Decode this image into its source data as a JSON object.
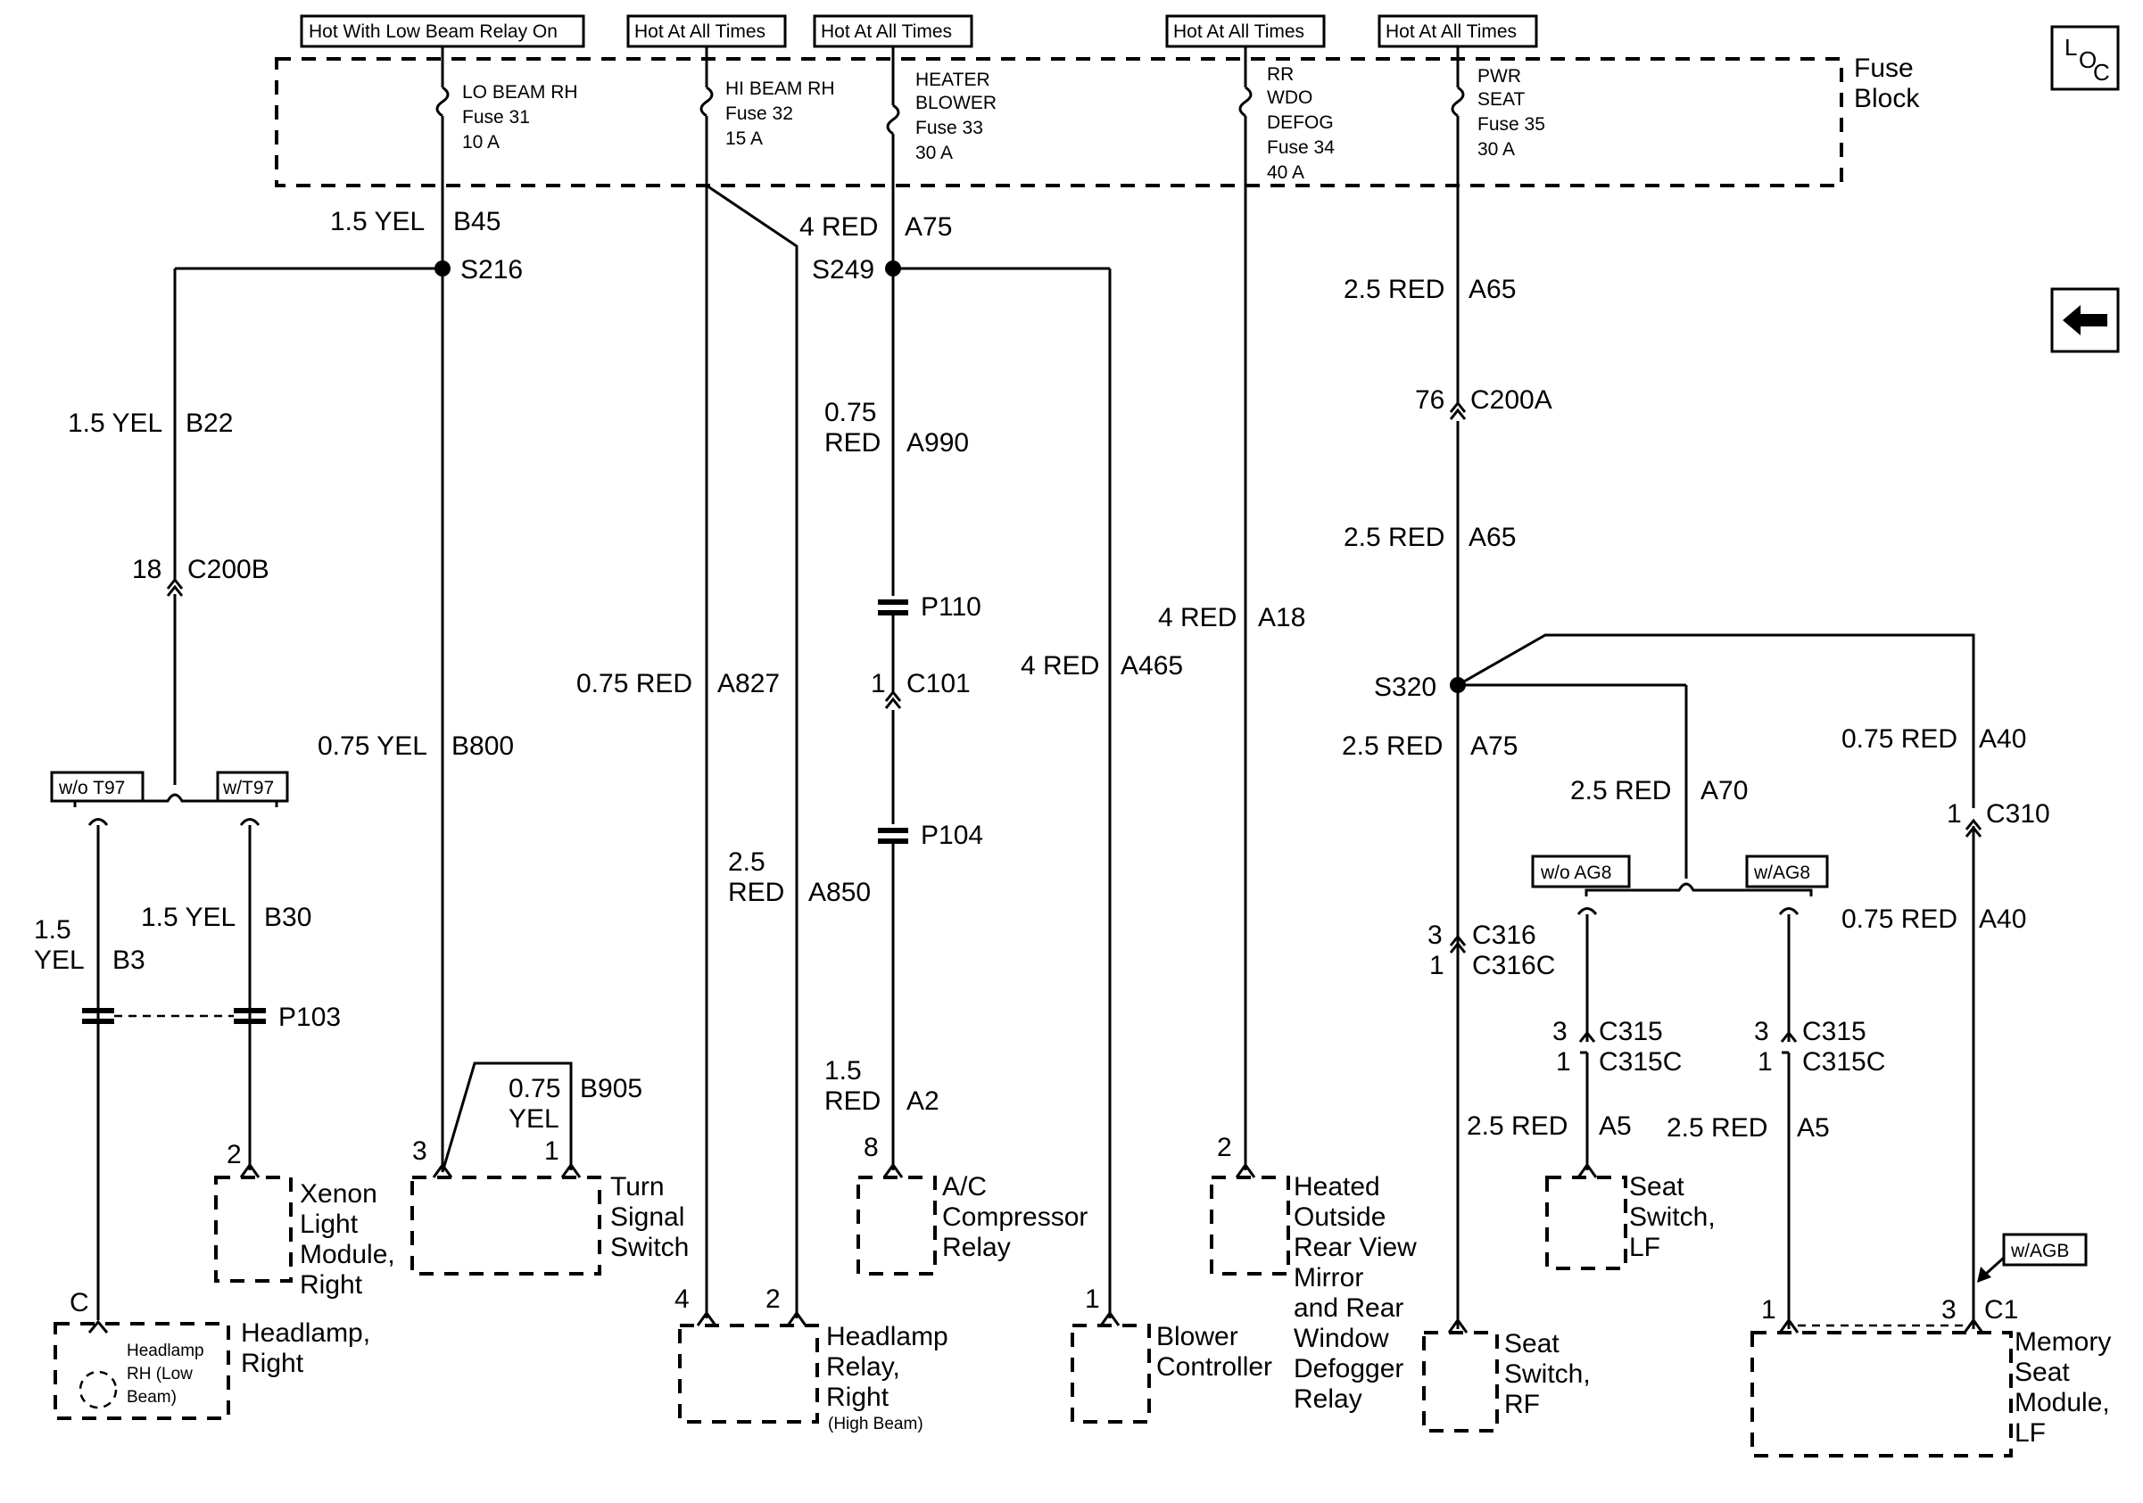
{
  "hot_labels": {
    "lo": "Hot With Low Beam Relay On",
    "hi": "Hot At All Times",
    "heater": "Hot At All Times",
    "rr": "Hot At All Times",
    "pwr": "Hot At All Times"
  },
  "fuse_block": {
    "line1": "Fuse",
    "line2": "Block"
  },
  "fuses": {
    "f31": [
      "LO BEAM RH",
      "Fuse 31",
      "10 A"
    ],
    "f32": [
      "HI BEAM RH",
      "Fuse 32",
      "15 A"
    ],
    "f33": [
      "HEATER",
      "BLOWER",
      "Fuse 33",
      "30 A"
    ],
    "f34": [
      "RR",
      "WDO",
      "DEFOG",
      "Fuse 34",
      "40 A"
    ],
    "f35": [
      "PWR",
      "SEAT",
      "Fuse 35",
      "30 A"
    ]
  },
  "nav": {
    "loc_l": "L",
    "loc_o": "O",
    "loc_c": "C",
    "back_icon": "arrow-left-icon"
  },
  "wires": {
    "b45": [
      "1.5 YEL",
      "B45"
    ],
    "b22": [
      "1.5 YEL",
      "B22"
    ],
    "b800": [
      "0.75 YEL",
      "B800"
    ],
    "b30": [
      "1.5 YEL",
      "B30"
    ],
    "b3": [
      "1.5",
      "YEL",
      "B3"
    ],
    "b905": [
      "0.75",
      "YEL",
      "B905"
    ],
    "a827": [
      "0.75 RED",
      "A827"
    ],
    "a850": [
      "2.5",
      "RED",
      "A850"
    ],
    "a75_top": [
      "4 RED",
      "A75"
    ],
    "a990": [
      "0.75",
      "RED",
      "A990"
    ],
    "a2": [
      "1.5",
      "RED",
      "A2"
    ],
    "a465": [
      "4 RED",
      "A465"
    ],
    "a18": [
      "4 RED",
      "A18"
    ],
    "a65_1": [
      "2.5 RED",
      "A65"
    ],
    "a65_2": [
      "2.5 RED",
      "A65"
    ],
    "a75": [
      "2.5 RED",
      "A75"
    ],
    "a70": [
      "2.5 RED",
      "A70"
    ],
    "a40_1": [
      "0.75 RED",
      "A40"
    ],
    "a40_2": [
      "0.75 RED",
      "A40"
    ],
    "a5_1": [
      "2.5 RED",
      "A5"
    ],
    "a5_2": [
      "2.5 RED",
      "A5"
    ]
  },
  "splices": {
    "s216": "S216",
    "s249": "S249",
    "s320": "S320"
  },
  "connectors": {
    "c200b": [
      "18",
      "C200B"
    ],
    "c200a": [
      "76",
      "C200A"
    ],
    "c101": [
      "1",
      "C101"
    ],
    "c316": [
      "3",
      "C316",
      "1",
      "C316C"
    ],
    "c315_l": [
      "3",
      "C315",
      "1",
      "C315C"
    ],
    "c315_r": [
      "3",
      "C315",
      "1",
      "C315C"
    ],
    "c310": [
      "1",
      "C310"
    ],
    "c1": [
      "3",
      "C1"
    ],
    "p110": "P110",
    "p104": "P104",
    "p103": "P103"
  },
  "options": {
    "wo_t97": "w/o T97",
    "w_t97": "w/T97",
    "wo_ag8": "w/o AG8",
    "w_ag8": "w/AG8",
    "w_agb": "w/AGB"
  },
  "pins": {
    "xenon": "2",
    "turn3": "3",
    "turn1": "1",
    "ac": "8",
    "mirror": "2",
    "hlr4": "4",
    "hlr2": "2",
    "blower": "1",
    "memory1": "1",
    "headlamp_c": "C"
  },
  "components": {
    "xenon": [
      "Xenon",
      "Light",
      "Module,",
      "Right"
    ],
    "turn": [
      "Turn",
      "Signal",
      "Switch"
    ],
    "ac": [
      "A/C",
      "Compressor",
      "Relay"
    ],
    "mirror": [
      "Heated",
      "Outside",
      "Rear View",
      "Mirror",
      "and Rear",
      "Window",
      "Defogger",
      "Relay"
    ],
    "seat_lf": [
      "Seat",
      "Switch,",
      "LF"
    ],
    "headlamp": [
      "Headlamp,",
      "Right"
    ],
    "headlamp_inner": [
      "Headlamp",
      "RH (Low",
      "Beam)"
    ],
    "hl_relay": [
      "Headlamp",
      "Relay,",
      "Right"
    ],
    "hl_relay_note": "(High Beam)",
    "blower": [
      "Blower",
      "Controller"
    ],
    "seat_rf": [
      "Seat",
      "Switch,",
      "RF"
    ],
    "memory": [
      "Memory",
      "Seat",
      "Module,",
      "LF"
    ]
  }
}
